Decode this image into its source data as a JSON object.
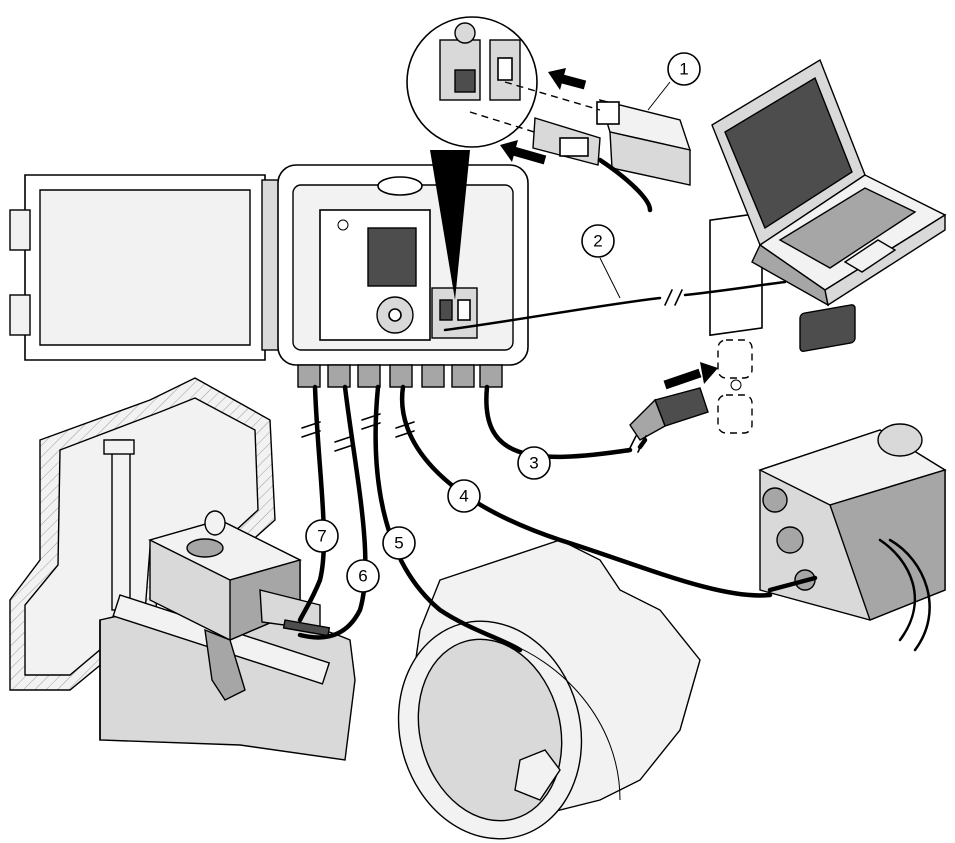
{
  "diagram": {
    "callouts": [
      {
        "id": "usb-drive",
        "label": "1"
      },
      {
        "id": "usb-cable",
        "label": "2"
      },
      {
        "id": "power-cable",
        "label": "3"
      },
      {
        "id": "sampler-cable",
        "label": "4"
      },
      {
        "id": "pipe-sensor-cable",
        "label": "5"
      },
      {
        "id": "flume-sensor-cable-a",
        "label": "6"
      },
      {
        "id": "flume-sensor-cable-b",
        "label": "7"
      }
    ],
    "colors": {
      "line": "#000000",
      "background": "#ffffff",
      "light_grey": "#d9d9d9",
      "mid_grey": "#a6a6a6",
      "dark_grey": "#4d4d4d"
    },
    "icons": [
      "usb-drive-icon",
      "laptop-icon",
      "wall-outlet-icon",
      "power-plug-icon",
      "sampler-icon",
      "pipe-icon",
      "flume-sensor-icon",
      "arrow-icon"
    ]
  }
}
